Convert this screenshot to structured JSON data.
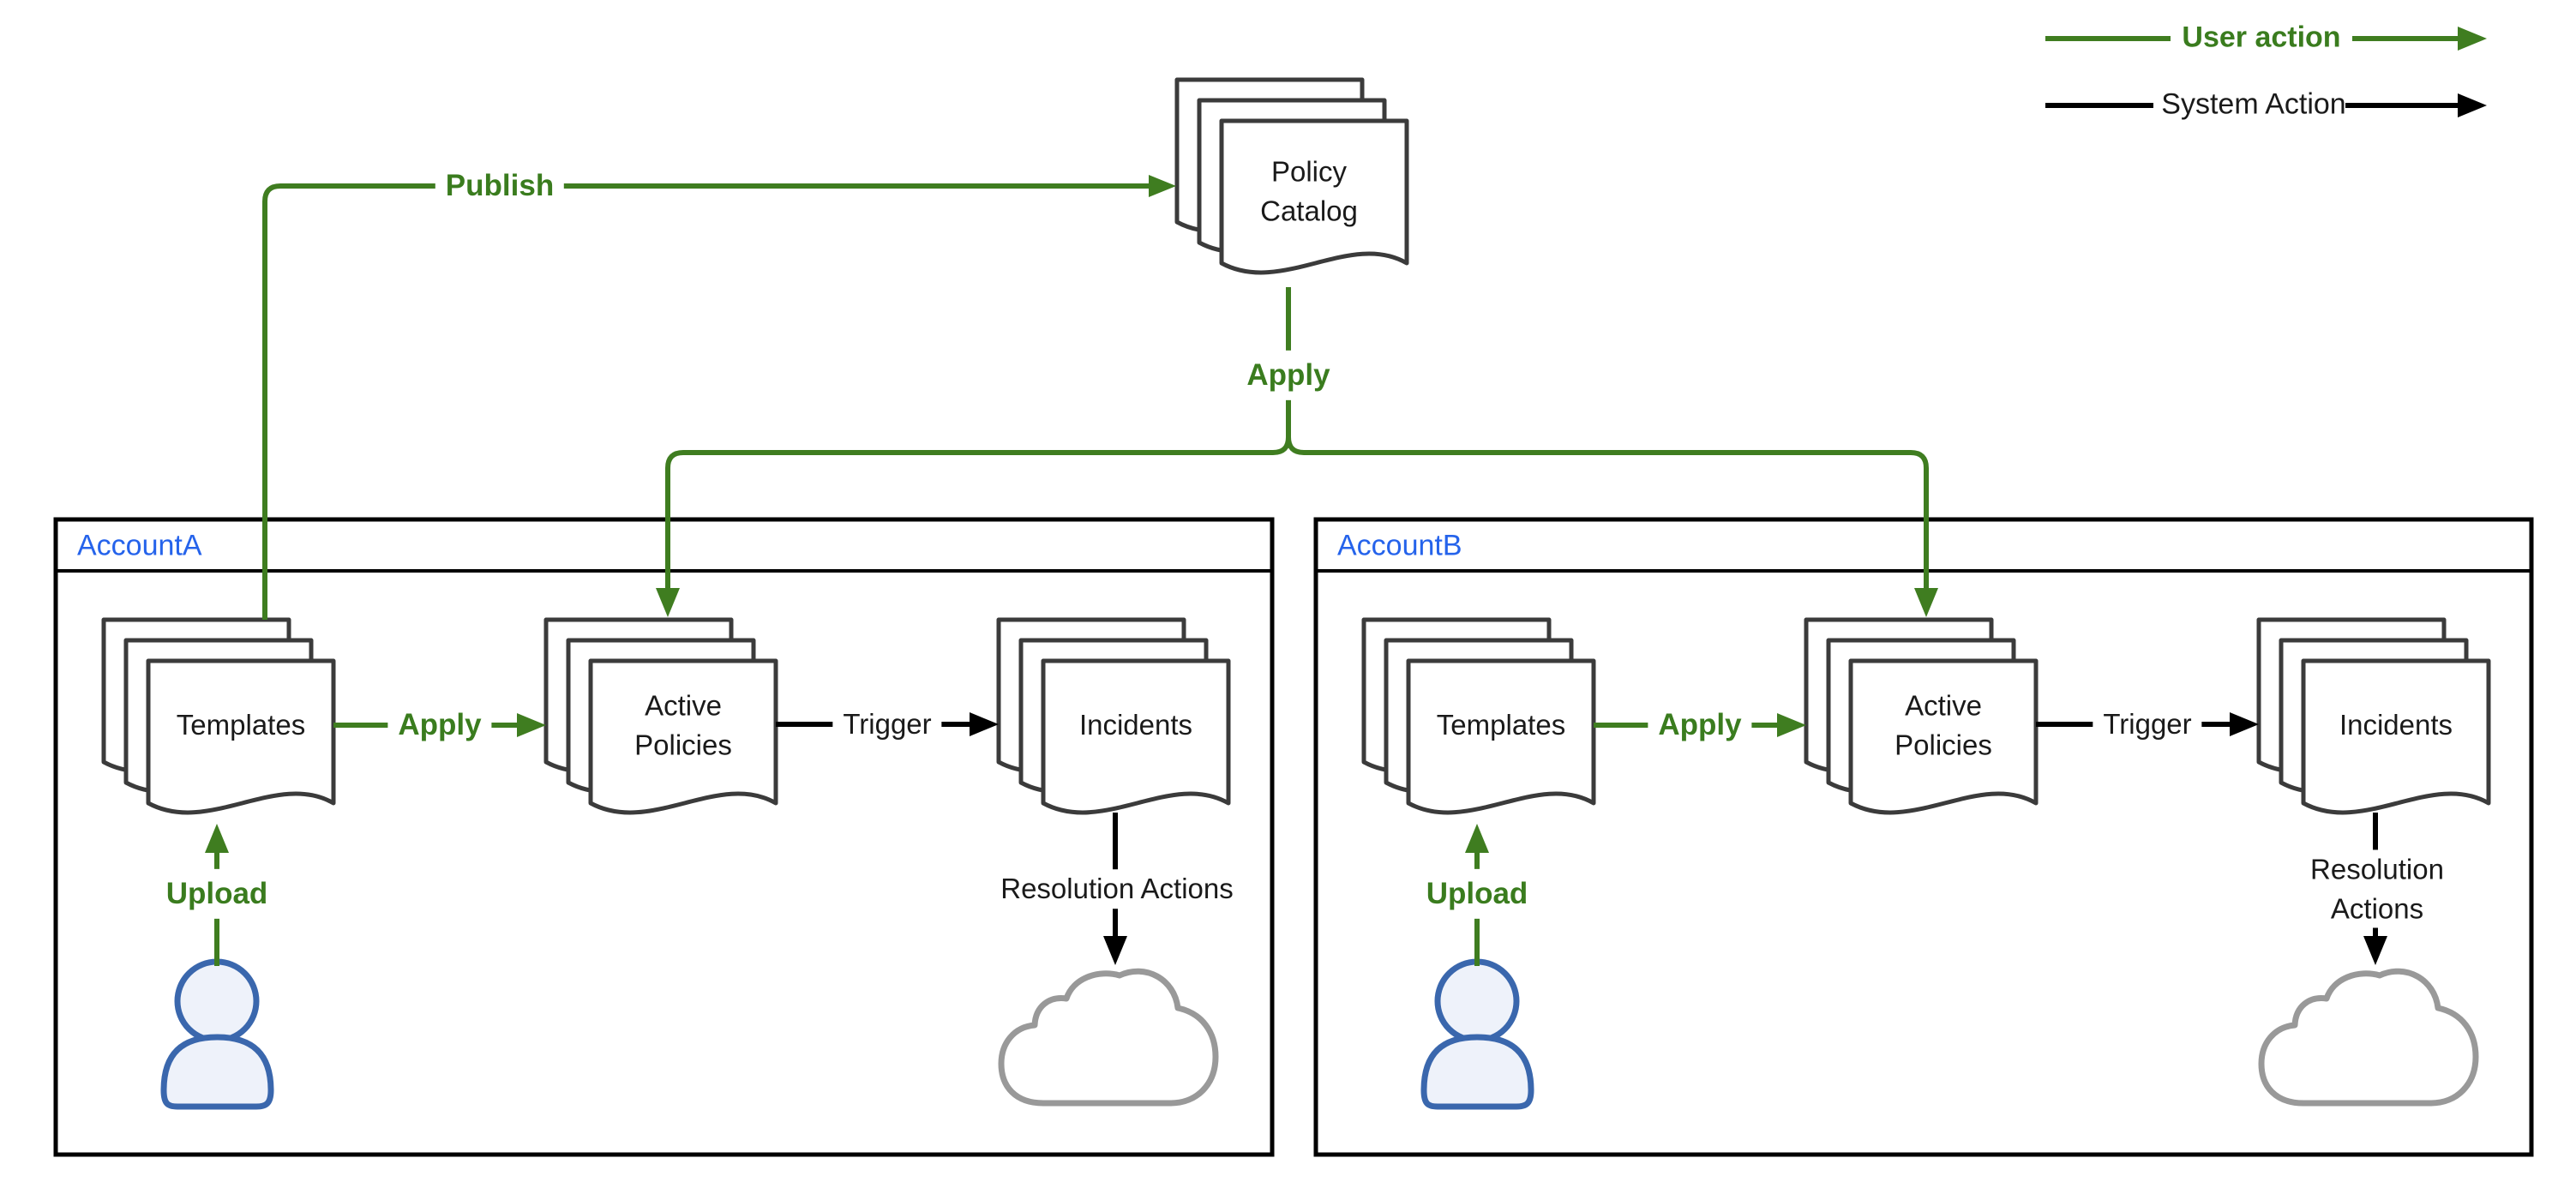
{
  "legend": {
    "user_action_label": "User action",
    "system_action_label": "System Action"
  },
  "policy_catalog": {
    "label": "Policy\nCatalog"
  },
  "flows": {
    "publish_label": "Publish",
    "apply_label": "Apply"
  },
  "accounts": [
    {
      "name": "AccountA",
      "templates_label": "Templates",
      "apply_label": "Apply",
      "active_policies_label": "Active\nPolicies",
      "trigger_label": "Trigger",
      "incidents_label": "Incidents",
      "resolution_actions_label": "Resolution Actions",
      "upload_label": "Upload"
    },
    {
      "name": "AccountB",
      "templates_label": "Templates",
      "apply_label": "Apply",
      "active_policies_label": "Active\nPolicies",
      "trigger_label": "Trigger",
      "incidents_label": "Incidents",
      "resolution_actions_label": "Resolution Actions",
      "upload_label": "Upload"
    }
  ],
  "colors": {
    "user_action_green": "#3f7d20",
    "system_action_black": "#000000",
    "account_name_blue": "#2563eb",
    "document_outline_gray": "#3b3b3b",
    "cloud_outline_gray": "#999999",
    "person_outline_blue": "#3a67ad",
    "person_fill_blue": "#eef2fa"
  }
}
